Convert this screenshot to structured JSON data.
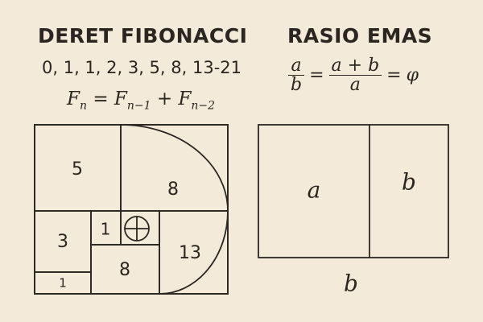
{
  "fibonacci": {
    "title": "DERET FIBONACCI",
    "sequence": "0, 1, 1, 2, 3, 5, 8, 13-21",
    "recurrence": {
      "lhs": "F",
      "lhs_sub": "n",
      "eq": "=",
      "t1": "F",
      "t1_sub": "n−1",
      "plus": "+",
      "t2": "F",
      "t2_sub": "n−2"
    },
    "squares": {
      "sq5": "5",
      "sq8_top": "8",
      "sq3": "3",
      "sq1_mid": "1",
      "sq8_bottom": "8",
      "sq13": "13",
      "sq1_bottom": "1"
    }
  },
  "golden_ratio": {
    "title": "RASIO EMAS",
    "formula": {
      "f1_num": "a",
      "f1_den": "b",
      "eq1": "=",
      "f2_num": "a + b",
      "f2_den": "a",
      "eq2": "=",
      "phi": "φ"
    },
    "label_a": "a",
    "label_b": "b",
    "label_b_bottom": "b"
  }
}
